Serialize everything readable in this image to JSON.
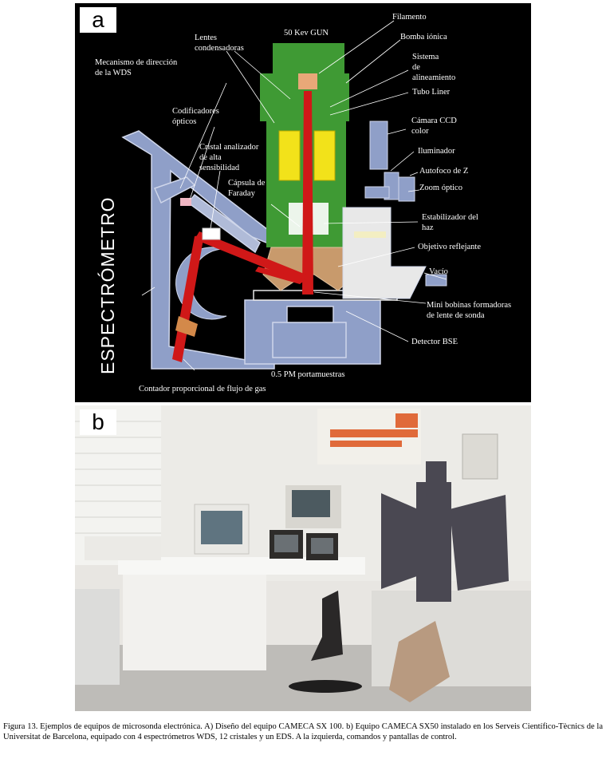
{
  "panel_a": {
    "letter": "a",
    "labels": {
      "gun": "50 Kev GUN",
      "filamento": "Filamento",
      "bomba": "Bomba iónica",
      "sistema_1": "Sistema",
      "sistema_2": "de",
      "sistema_3": "alineamiento",
      "tubo": "Tubo Liner",
      "lentes_1": "Lentes",
      "lentes_2": "condensadoras",
      "mecanismo_1": "Mecanismo de dirección",
      "mecanismo_2": "de la WDS",
      "codif_1": "Codificadores",
      "codif_2": "ópticos",
      "cristal_1": "Cristal analizador",
      "cristal_2": "de alta",
      "cristal_3": "sensibilidad",
      "capsula_1": "Cápsula de",
      "capsula_2": "Faraday",
      "camara_1": "Cámara CCD",
      "camara_2": "color",
      "iluminador": "Iluminador",
      "autofoco": "Autofoco de Z",
      "zoom": "Zoom óptico",
      "estab_1": "Estabilizador del",
      "estab_2": "haz",
      "objetivo": "Objetivo reflejante",
      "vacio": "Vacío",
      "mini_1": "Mini bobinas formadoras",
      "mini_2": "de lente de sonda",
      "detector": "Detector BSE",
      "pm": "0.5 PM portamuestras",
      "contador": "Contador proporcional de flujo de gas",
      "espectrometro": "ESPECTRÓMETRO"
    }
  },
  "panel_b": {
    "letter": "b"
  },
  "caption": "Figura 13. Ejemplos de equipos de microsonda electrónica. A) Diseño del equipo CAMECA SX 100. b) Equipo CAMECA SX50 instalado en los Serveis Científico-Tècnics de la Universitat de Barcelona, equipado con 4 espectrómetros WDS, 12 cristales y un EDS. A la izquierda, comandos y pantallas de control.",
  "colors": {
    "column_green": "#3f9a34",
    "lens_yellow": "#f2e21a",
    "beam_red": "#d01818",
    "spectro_blue": "#8f9fc8",
    "objective_tan": "#c89a6c"
  }
}
